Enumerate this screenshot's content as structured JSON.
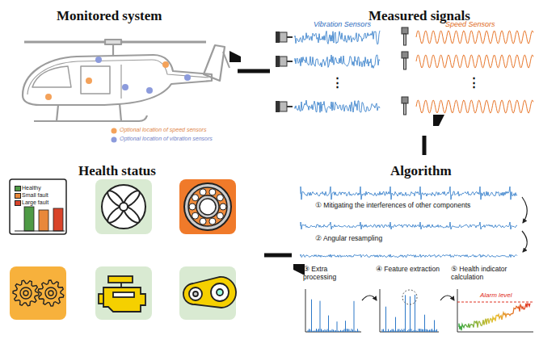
{
  "diagram": {
    "nodes": [
      {
        "text": [
          "Monitored system"
        ]
      },
      {
        "text": [
          "Measured signals"
        ]
      },
      {
        "text": [
          "Health status"
        ]
      },
      {
        "text": [
          "Algorithm"
        ]
      }
    ],
    "edges": [
      {
        "from": 0,
        "to": 1,
        "arrow": "to"
      },
      {
        "from": 1,
        "to": 3,
        "arrow": "to"
      },
      {
        "from": 3,
        "to": 2,
        "arrow": "to"
      }
    ],
    "labels": [
      "Optional location of speed sensors",
      "Optional location of vibration sensors",
      "Vibration Sensors",
      "Speed Sensors",
      "⋮",
      "⋮",
      "① Mitigating the interferences of other components",
      "② Angular resampling",
      "③ Extra processing",
      "④ Feature extraction",
      "⑤ Health indicator calculation",
      "Alarm level"
    ],
    "legend": [
      {
        "text": "Healthy",
        "color": "#4e9a45"
      },
      {
        "text": "Small fault",
        "color": "#e8883a"
      },
      {
        "text": "Large fault",
        "color": "#d9442a"
      }
    ]
  }
}
